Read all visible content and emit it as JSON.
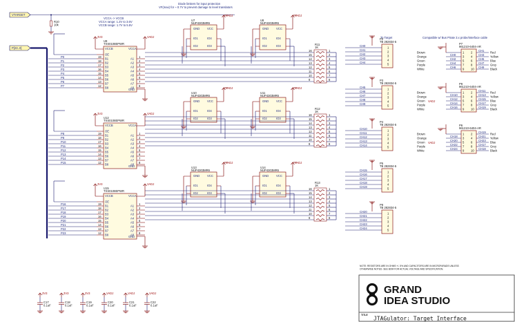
{
  "nets": {
    "vadj": "VADJ",
    "v3v3": "3V3",
    "vcca": "VCCA",
    "vccb": "VCCB",
    "gnd": "GND",
    "vcc": "VCC",
    "gnd_pin": "GND"
  },
  "ports": {
    "vtarget": "VTARGET",
    "bus": "P[23..0]"
  },
  "top_note": [
    "Diode limiters for input protection",
    "VF(max) for ~ 0.7V to prevent damage to level translators"
  ],
  "left_note": [
    "VCCA -> VCCB",
    "VCCA range: 1.2V to 3.6V",
    "VCCB range: 1.7V to 5.5V"
  ],
  "r10": {
    "ref": "R10",
    "value": "10k"
  },
  "translators": [
    {
      "ref": "U9",
      "part": "TXS0108EPWR",
      "bus": [
        "P0",
        "P1",
        "P2",
        "P3",
        "P4",
        "P5",
        "P6",
        "P7"
      ]
    },
    {
      "ref": "U12",
      "part": "TXS0108EPWR",
      "bus": [
        "P8",
        "P9",
        "P10",
        "P11",
        "P12",
        "P13",
        "P14",
        "P15"
      ]
    },
    {
      "ref": "U15",
      "part": "TXS0108EPWR",
      "bus": [
        "P16",
        "P17",
        "P18",
        "P19",
        "P20",
        "P21",
        "P22",
        "P23"
      ]
    }
  ],
  "translator_pins": {
    "left": [
      "OE",
      "B1",
      "B2",
      "B3",
      "B4",
      "B5",
      "B6",
      "B7",
      "B8"
    ],
    "right": [
      "A1",
      "A2",
      "A3",
      "A4",
      "A5",
      "A6",
      "A7",
      "A8"
    ],
    "gnd": "GND"
  },
  "diodes": [
    {
      "ref": "U7",
      "part": "NUP4303MR6"
    },
    {
      "ref": "U8",
      "part": "NUP4303MR6"
    },
    {
      "ref": "U10",
      "part": "NUP4303MR6"
    },
    {
      "ref": "U11",
      "part": "NUP4303MR6"
    },
    {
      "ref": "U13",
      "part": "NUP4303MR6"
    },
    {
      "ref": "U14",
      "part": "NUP4303MR6"
    }
  ],
  "diode_pins": [
    "IO1",
    "IO2",
    "IO3",
    "IO4"
  ],
  "rnets": [
    {
      "ref": "R11",
      "value": "1K"
    },
    {
      "ref": "R12",
      "value": "1K"
    },
    {
      "ref": "R13",
      "value": "1K"
    }
  ],
  "to_target": "To Target",
  "headers": [
    {
      "ref": "P2",
      "part": "TB 282834-5",
      "ch": [
        "CH0",
        "CH1",
        "CH2",
        "CH3",
        "CH4"
      ]
    },
    {
      "ref": "P3",
      "part": "TB 282834-5",
      "ch": [
        "CH5",
        "CH6",
        "CH7",
        "CH8",
        "CH9"
      ]
    },
    {
      "ref": "P4",
      "part": "TB 282834-5",
      "ch": [
        "CH10",
        "CH11",
        "CH12",
        "CH13",
        "CH14"
      ]
    },
    {
      "ref": "P5",
      "part": "TB 282834-5",
      "ch": [
        "CH15",
        "CH16",
        "CH17",
        "CH18",
        "CH19"
      ]
    },
    {
      "ref": "P8",
      "part": "TB 282834-5",
      "ch": [
        "CH20",
        "CH21",
        "CH22",
        "CH23",
        "CH24"
      ]
    }
  ],
  "compat_note": "Compatible w/ Bus Pirate 3.x probe/interface cable",
  "bp_headers": [
    {
      "ref": "P7",
      "part": "961210-6404-AR",
      "left_ch": [
        "",
        "CH0",
        "CH2",
        "CH4",
        "CH6"
      ],
      "right_ch": [
        "CH1",
        "CH3",
        "CH5",
        "CH7",
        "CH9"
      ],
      "pin_l": [
        "1",
        "3",
        "5",
        "7",
        "9"
      ],
      "pin_r": [
        "2",
        "4",
        "6",
        "8",
        "10"
      ]
    },
    {
      "ref": "P9",
      "part": "961210-6404-AR",
      "left_ch": [
        "",
        "CH10",
        "CH12",
        "CH14",
        "CH16"
      ],
      "right_ch": [
        "CH11",
        "CH13",
        "CH15",
        "CH17",
        "CH19"
      ],
      "pin_l": [
        "1",
        "3",
        "5",
        "7",
        "9"
      ],
      "pin_r": [
        "2",
        "4",
        "6",
        "8",
        "10"
      ]
    },
    {
      "ref": "P6",
      "part": "961210-6404-AR",
      "left_ch": [
        "",
        "CH18",
        "CH20",
        "CH22",
        "CH24"
      ],
      "right_ch": [
        "CH19",
        "CH21",
        "CH23",
        "CH17",
        "CH18"
      ],
      "pin_l": [
        "1",
        "3",
        "5",
        "7",
        "9"
      ],
      "pin_r": [
        "2",
        "4",
        "6",
        "8",
        "10"
      ]
    }
  ],
  "wire_colors_left": [
    "Brown",
    "Orange",
    "Green",
    "Purple",
    "White"
  ],
  "wire_colors_right": [
    "Red",
    "Yellow",
    "Blue",
    "Grey",
    "Black"
  ],
  "caps": [
    {
      "ref": "C17",
      "value": "0.1uF",
      "net": "3V3"
    },
    {
      "ref": "C18",
      "value": "0.1uF",
      "net": "3V3"
    },
    {
      "ref": "C19",
      "value": "0.1uF",
      "net": "3V3"
    },
    {
      "ref": "C20",
      "value": "0.1uF",
      "net": "VADJ"
    },
    {
      "ref": "C21",
      "value": "0.1uF",
      "net": "VADJ"
    },
    {
      "ref": "C22",
      "value": "0.1uF",
      "net": "VADJ"
    }
  ],
  "bottom_note": [
    "NOTE: RESISTORS ARE IN OHMS +/- 5% AND CAPACITORS ARE IN MICROFARADS UNLESS",
    "OTHERWISE NOTED. SEE BOM FOR ACTUAL VOLTAGE AND SPECIFICATION."
  ],
  "logo": {
    "line1": "GRAND",
    "line2": "IDEA STUDIO"
  },
  "title_block": {
    "label": "TITLE",
    "title": "JTAGulator: Target Interface"
  }
}
